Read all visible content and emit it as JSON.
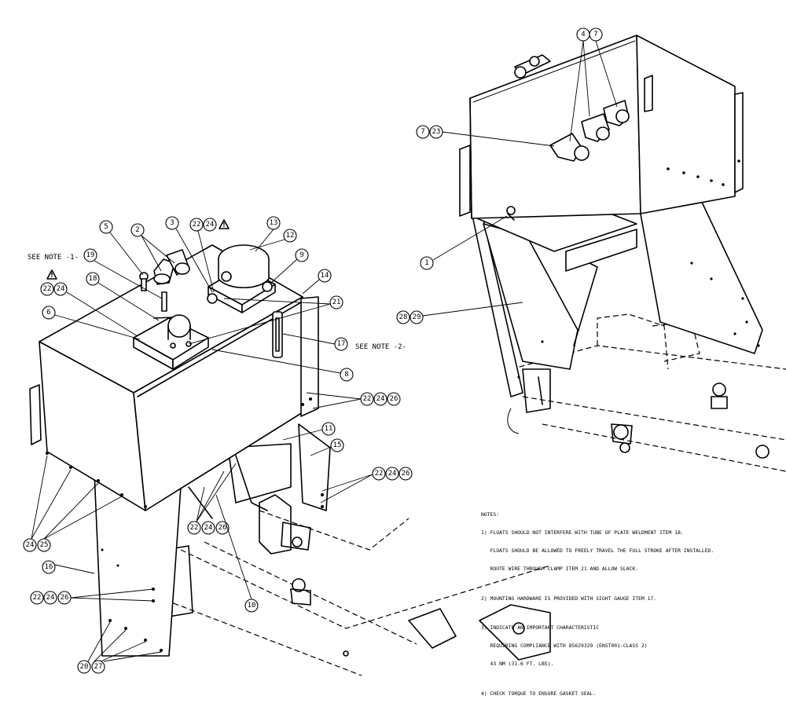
{
  "callouts_left": [
    {
      "id": "c5",
      "text": "5"
    },
    {
      "id": "c2",
      "text": "2"
    },
    {
      "id": "c3",
      "text": "3"
    },
    {
      "id": "c22a",
      "text": "22"
    },
    {
      "id": "c24a",
      "text": "24"
    },
    {
      "id": "c13",
      "text": "13"
    },
    {
      "id": "c12",
      "text": "12"
    },
    {
      "id": "c9",
      "text": "9"
    },
    {
      "id": "c14",
      "text": "14"
    },
    {
      "id": "c19",
      "text": "19"
    },
    {
      "id": "c18",
      "text": "18"
    },
    {
      "id": "c22b",
      "text": "22"
    },
    {
      "id": "c24b",
      "text": "24"
    },
    {
      "id": "c6",
      "text": "6"
    },
    {
      "id": "c21",
      "text": "21"
    },
    {
      "id": "c17",
      "text": "17"
    },
    {
      "id": "c8",
      "text": "8"
    },
    {
      "id": "c22c",
      "text": "22"
    },
    {
      "id": "c24c",
      "text": "24"
    },
    {
      "id": "c26c",
      "text": "26"
    },
    {
      "id": "c11",
      "text": "11"
    },
    {
      "id": "c15",
      "text": "15"
    },
    {
      "id": "c22d",
      "text": "22"
    },
    {
      "id": "c24d",
      "text": "24"
    },
    {
      "id": "c26d",
      "text": "26"
    },
    {
      "id": "c22e",
      "text": "22"
    },
    {
      "id": "c24e",
      "text": "24"
    },
    {
      "id": "c26e",
      "text": "26"
    },
    {
      "id": "c24f",
      "text": "24"
    },
    {
      "id": "c25f",
      "text": "25"
    },
    {
      "id": "c16",
      "text": "16"
    },
    {
      "id": "c22g",
      "text": "22"
    },
    {
      "id": "c24g",
      "text": "24"
    },
    {
      "id": "c26g",
      "text": "26"
    },
    {
      "id": "c10",
      "text": "10"
    },
    {
      "id": "c20",
      "text": "20"
    },
    {
      "id": "c27",
      "text": "27"
    }
  ],
  "callouts_right": [
    {
      "id": "r4",
      "text": "4"
    },
    {
      "id": "r7a",
      "text": "7"
    },
    {
      "id": "r7b",
      "text": "7"
    },
    {
      "id": "r23",
      "text": "23"
    },
    {
      "id": "r1",
      "text": "1"
    },
    {
      "id": "r28",
      "text": "28"
    },
    {
      "id": "r29",
      "text": "29"
    }
  ],
  "labels": {
    "see_note_1": "SEE NOTE -1-",
    "see_note_2": "SEE NOTE -2-",
    "warning_symbol": "!"
  },
  "notes": {
    "heading": "NOTES:",
    "lines": [
      "1) FLOATS SHOULD NOT INTERFERE WITH TUBE OF PLATE WELDMENT ITEM 18.",
      "   FLOATS SHOULD BE ALLOWED TO FREELY TRAVEL THE FULL STROKE AFTER INSTALLED.",
      "   ROUTE WIRE THROUGH CLAMP ITEM 21 AND ALLOW SLACK.",
      "",
      "2) MOUNTING HARDWARE IS PROVIDED WITH SIGHT GAUGE ITEM 17.",
      "",
      "3) INDICATE AN IMPORTANT CHARACTERISTIC",
      "   REQUIRING COMPLIANCE WITH 85629329 (ENST001-CLASS 2)",
      "   43 NM (31.6 FT. LBS).",
      "",
      "4) CHECK TORQUE TO ENSURE GASKET SEAL."
    ]
  }
}
